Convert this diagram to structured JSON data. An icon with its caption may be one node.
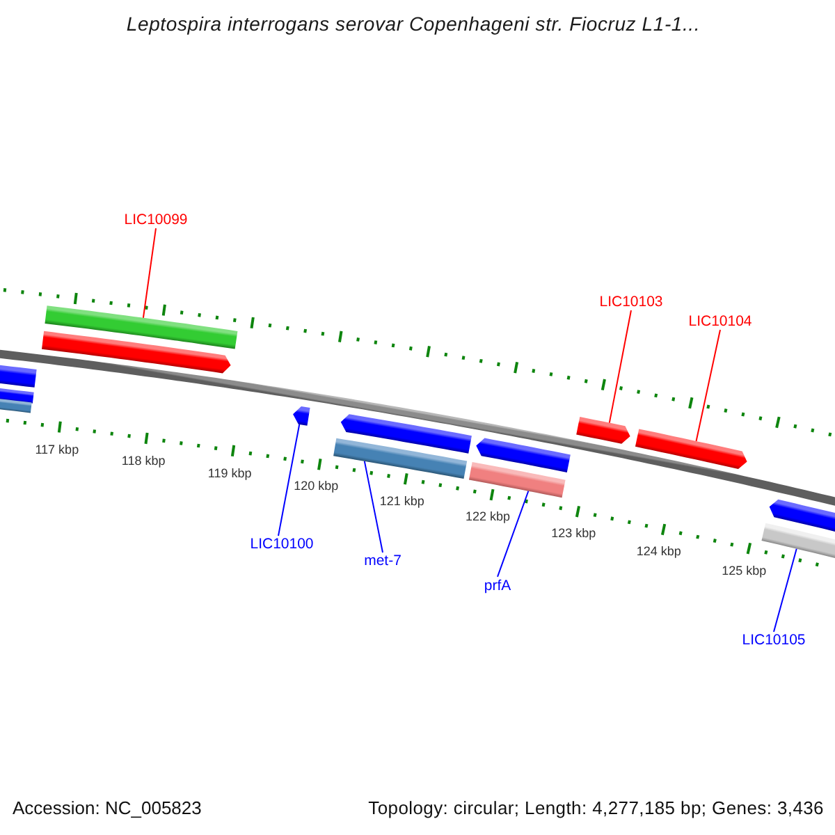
{
  "diagram": {
    "title": "Leptospira interrogans serovar Copenhageni str. Fiocruz L1-1...",
    "nodes": [
      {
        "text": [
          "LIC10099"
        ]
      },
      {
        "text": [
          "LIC10103"
        ]
      },
      {
        "text": [
          "LIC10104"
        ]
      },
      {
        "text": [],
        "shape": "bar"
      },
      {
        "text": [],
        "shape": "bar"
      },
      {
        "text": [],
        "shape": "bar"
      },
      {
        "text": [],
        "shape": "bar"
      },
      {
        "text": [],
        "shape": "arrow"
      },
      {
        "text": [],
        "shape": "arrow"
      },
      {
        "text": [],
        "shape": "arrow"
      },
      {
        "text": [],
        "shape": "bar"
      },
      {
        "text": [],
        "shape": "arrow"
      },
      {
        "text": [],
        "shape": "bar"
      },
      {
        "text": [],
        "shape": "arrow"
      },
      {
        "text": [],
        "shape": "arrow"
      },
      {
        "text": [],
        "shape": "arrow"
      },
      {
        "text": [],
        "shape": "bar"
      },
      {
        "text": [
          "LIC10100"
        ]
      },
      {
        "text": [
          "met-7"
        ]
      },
      {
        "text": [
          "prfA"
        ]
      },
      {
        "text": [
          "LIC10105"
        ]
      }
    ],
    "edges": [
      {
        "from": 0,
        "to": 6,
        "arrow": "none",
        "color": "#ff0000"
      },
      {
        "from": 1,
        "to": 13,
        "arrow": "none",
        "color": "#ff0000"
      },
      {
        "from": 2,
        "to": 14,
        "arrow": "none",
        "color": "#ff0000"
      },
      {
        "from": 17,
        "to": 8,
        "arrow": "none"
      },
      {
        "from": 18,
        "to": 10,
        "arrow": "none"
      },
      {
        "from": 19,
        "to": 12,
        "arrow": "none"
      },
      {
        "from": 20,
        "to": 16,
        "arrow": "none"
      }
    ],
    "labels": [
      "117 kbp",
      "118 kbp",
      "119 kbp",
      "120 kbp",
      "121 kbp",
      "122 kbp",
      "123 kbp",
      "124 kbp",
      "125 kbp",
      "Accession: NC_005823",
      "Topology: circular; Length: 4,277,185 bp; Genes: 3,436"
    ]
  }
}
